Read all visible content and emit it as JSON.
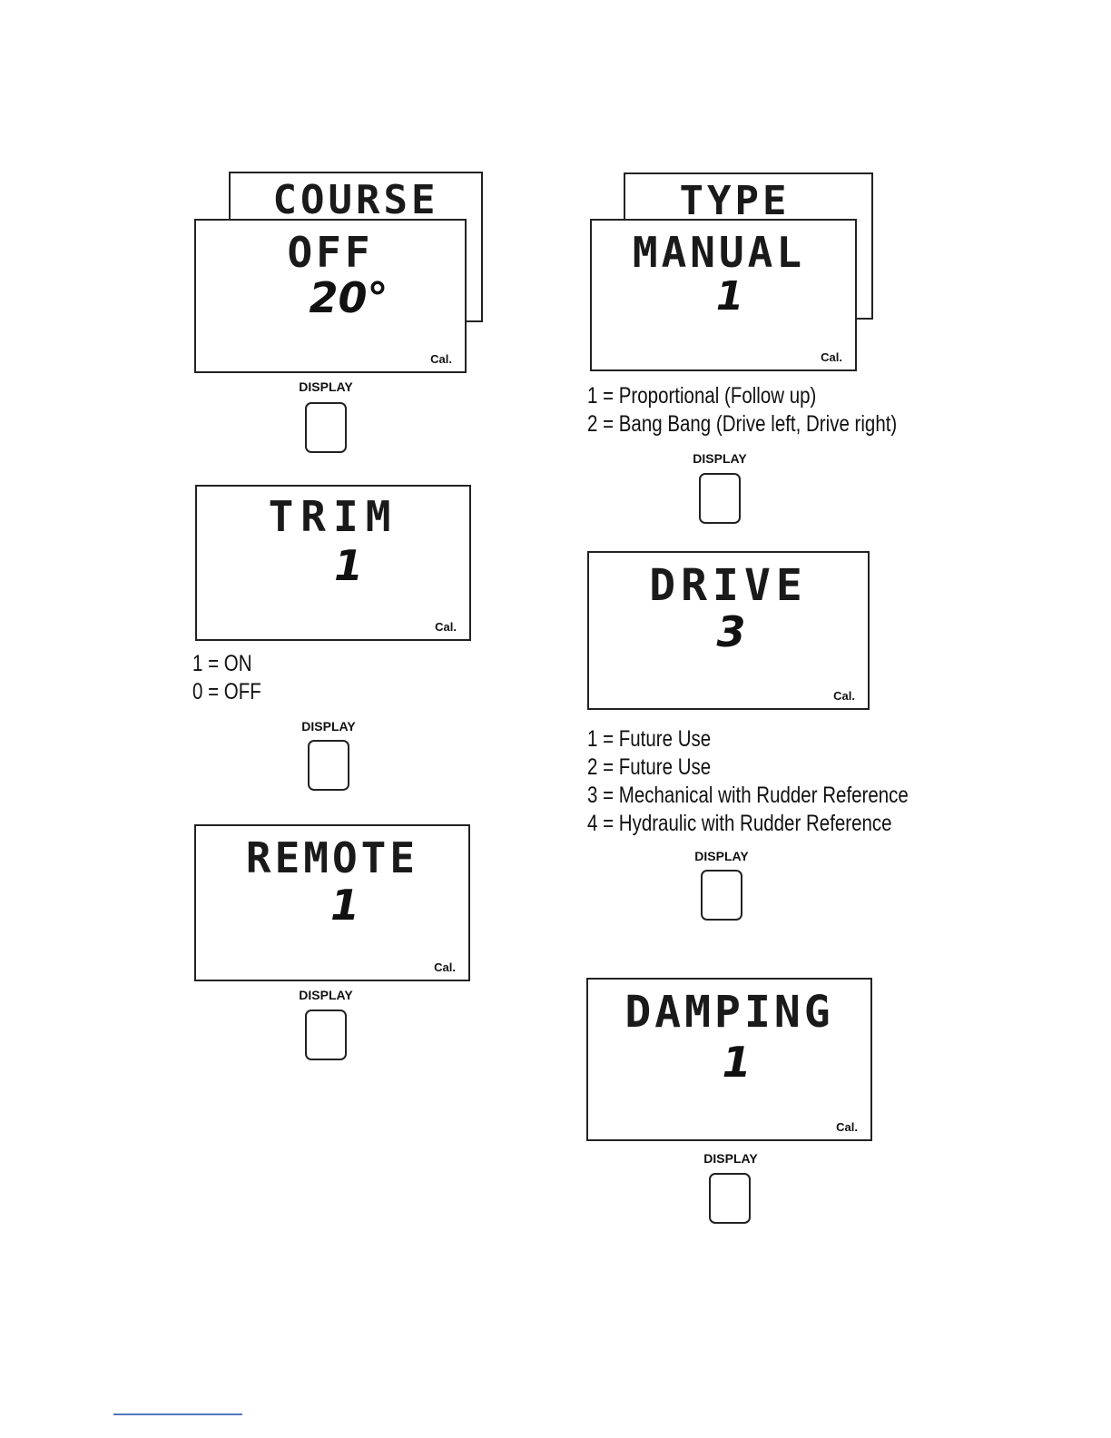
{
  "button_label": "DISPLAY",
  "cal_label": "Cal.",
  "screens": {
    "course": {
      "back_word": "COURSE",
      "word": "OFF",
      "value": "20°"
    },
    "type": {
      "back_word": "TYPE",
      "word": "MANUAL",
      "value": "1"
    },
    "trim": {
      "word": "TRIM",
      "value": "1"
    },
    "drive": {
      "word": "DRIVE",
      "value": "3"
    },
    "remote": {
      "word": "REMOTE",
      "value": "1"
    },
    "damping": {
      "word": "DAMPING",
      "value": "1"
    }
  },
  "legends": {
    "type": [
      "1 = Proportional (Follow up)",
      "2 = Bang Bang (Drive left, Drive right)"
    ],
    "trim": [
      "1 = ON",
      "0 = OFF"
    ],
    "drive": [
      "1 = Future Use",
      "2 = Future Use",
      "3 = Mechanical with Rudder Reference",
      "4 = Hydraulic with Rudder Reference"
    ]
  }
}
